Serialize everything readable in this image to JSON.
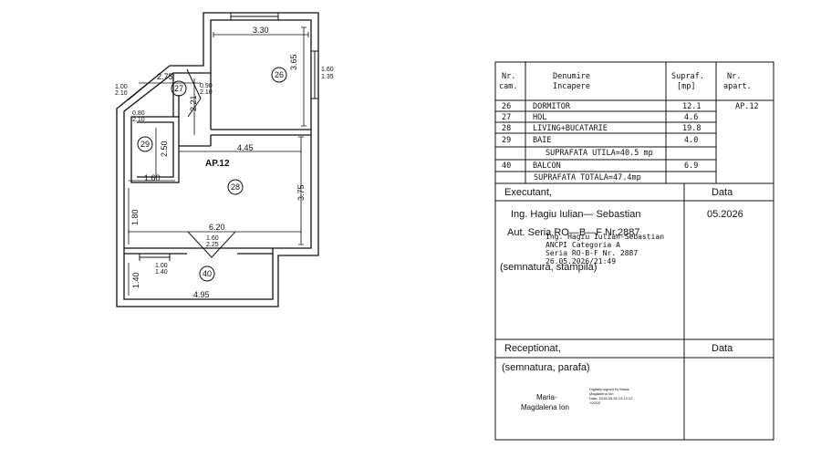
{
  "plan": {
    "apartment_label": "AP.12",
    "dimensions": {
      "d_330": "3.30",
      "d_365": "3.65",
      "d_275": "2.75",
      "d_221": "2.21",
      "d_250": "2.50",
      "d_445": "4.45",
      "d_375": "3.75",
      "d_160": "1.60",
      "d_180": "1.80",
      "d_620": "6.20",
      "d_140": "1.40",
      "d_495": "4.95"
    },
    "openings": {
      "win_right_top": "1.60",
      "win_right_bot": "1.35",
      "door_27_top": "1.00",
      "door_27_bot": "2.10",
      "door_26_top": "0.90",
      "door_26_bot": "2.10",
      "door_29_top": "0.80",
      "door_29_bot": "2.10",
      "door_balc_top": "1.60",
      "door_balc_bot": "2.25",
      "win_balc_top": "1.00",
      "win_balc_bot": "1.40"
    },
    "room_markers": [
      "26",
      "27",
      "28",
      "29",
      "40"
    ]
  },
  "table": {
    "headers": {
      "nr_cam": [
        "Nr.",
        "cam."
      ],
      "denumire": [
        "Denumire",
        "Incapere"
      ],
      "supraf": [
        "Supraf.",
        "[mp]"
      ],
      "nr_apart": [
        "Nr.",
        "apart."
      ]
    },
    "rows": [
      {
        "nr": "26",
        "name": "DORMITOR",
        "area": "12.1"
      },
      {
        "nr": "27",
        "name": "HOL",
        "area": "4.6"
      },
      {
        "nr": "28",
        "name": "LIVING+BUCATARIE",
        "area": "19.8"
      },
      {
        "nr": "29",
        "name": "BAIE",
        "area": "4.0"
      }
    ],
    "apart_value": "AP.12",
    "useful_total": "SUPRAFATA  UTILA=40.5 mp",
    "balcony": {
      "nr": "40",
      "name": "BALCON",
      "area": "6.9"
    },
    "grand_total": "SUPRAFATA TOTALA=47.4mp"
  },
  "executant": {
    "label": "Executant,",
    "date_label": "Data",
    "name": "Ing. Hagiu Iulian— Sebastian",
    "auth": "Aut. Seria RO—B—F Nr.2887",
    "date": "05.2026",
    "sign_hint": "(semnatura, stampila)",
    "stamp": [
      "Ing. Hagiu Iulian-Sebastian",
      "ANCPI Categoria A",
      "Seria RO-B-F Nr. 2887",
      "26.05.2026/21:49"
    ]
  },
  "receptionat": {
    "label": "Receptionat,",
    "date_label": "Data",
    "sign_hint": "(semnatura, parafa)",
    "signer": [
      "Maria-",
      "Magdalena Ion"
    ],
    "digital_sig": [
      "Digitally signed by Maria-",
      "Magdalena Ion",
      "Date: 2026.05.26 13:12:12",
      "+03'00'"
    ]
  }
}
